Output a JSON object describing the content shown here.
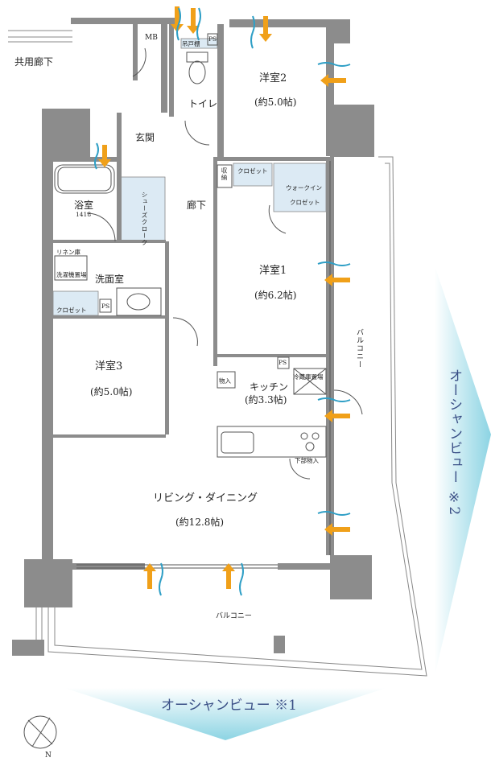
{
  "labels": {
    "common_corridor": "共用廊下",
    "mb": "MB",
    "ps": "PS",
    "storage_top": "吊戸棚",
    "toilet": "トイレ",
    "entrance": "玄関",
    "bath": "浴室",
    "bath_size": "1418",
    "shoes_closet": "シューズクローク",
    "hallway": "廊下",
    "linen": "リネン庫",
    "washer": "洗濯機置場",
    "washroom": "洗面室",
    "closet": "クロゼット",
    "storage": "収納",
    "walk_in": "ウォークイン",
    "walk_in_closet": "クロゼット",
    "room2": "洋室2",
    "room2_size": "(約5.0帖)",
    "room1": "洋室1",
    "room1_size": "(約6.2帖)",
    "room3": "洋室3",
    "room3_size": "(約5.0帖)",
    "kitchen": "キッチン",
    "kitchen_size": "(約3.3帖)",
    "fridge": "冷蔵庫置場",
    "item_storage": "物入",
    "under_floor": "下部物入",
    "living": "リビング・ダイニング",
    "living_size": "(約12.8帖)",
    "balcony": "バルコニー",
    "north": "N"
  },
  "views": {
    "ocean1": "オーシャンビュー ※1",
    "ocean2": "オーシャンビュー ※2"
  },
  "colors": {
    "wall": "#8c8c8c",
    "storage_fill": "#dceaf4",
    "arrow": "#f0a019",
    "wind": "#2f9fc6",
    "view_text": "#3a4f86"
  }
}
